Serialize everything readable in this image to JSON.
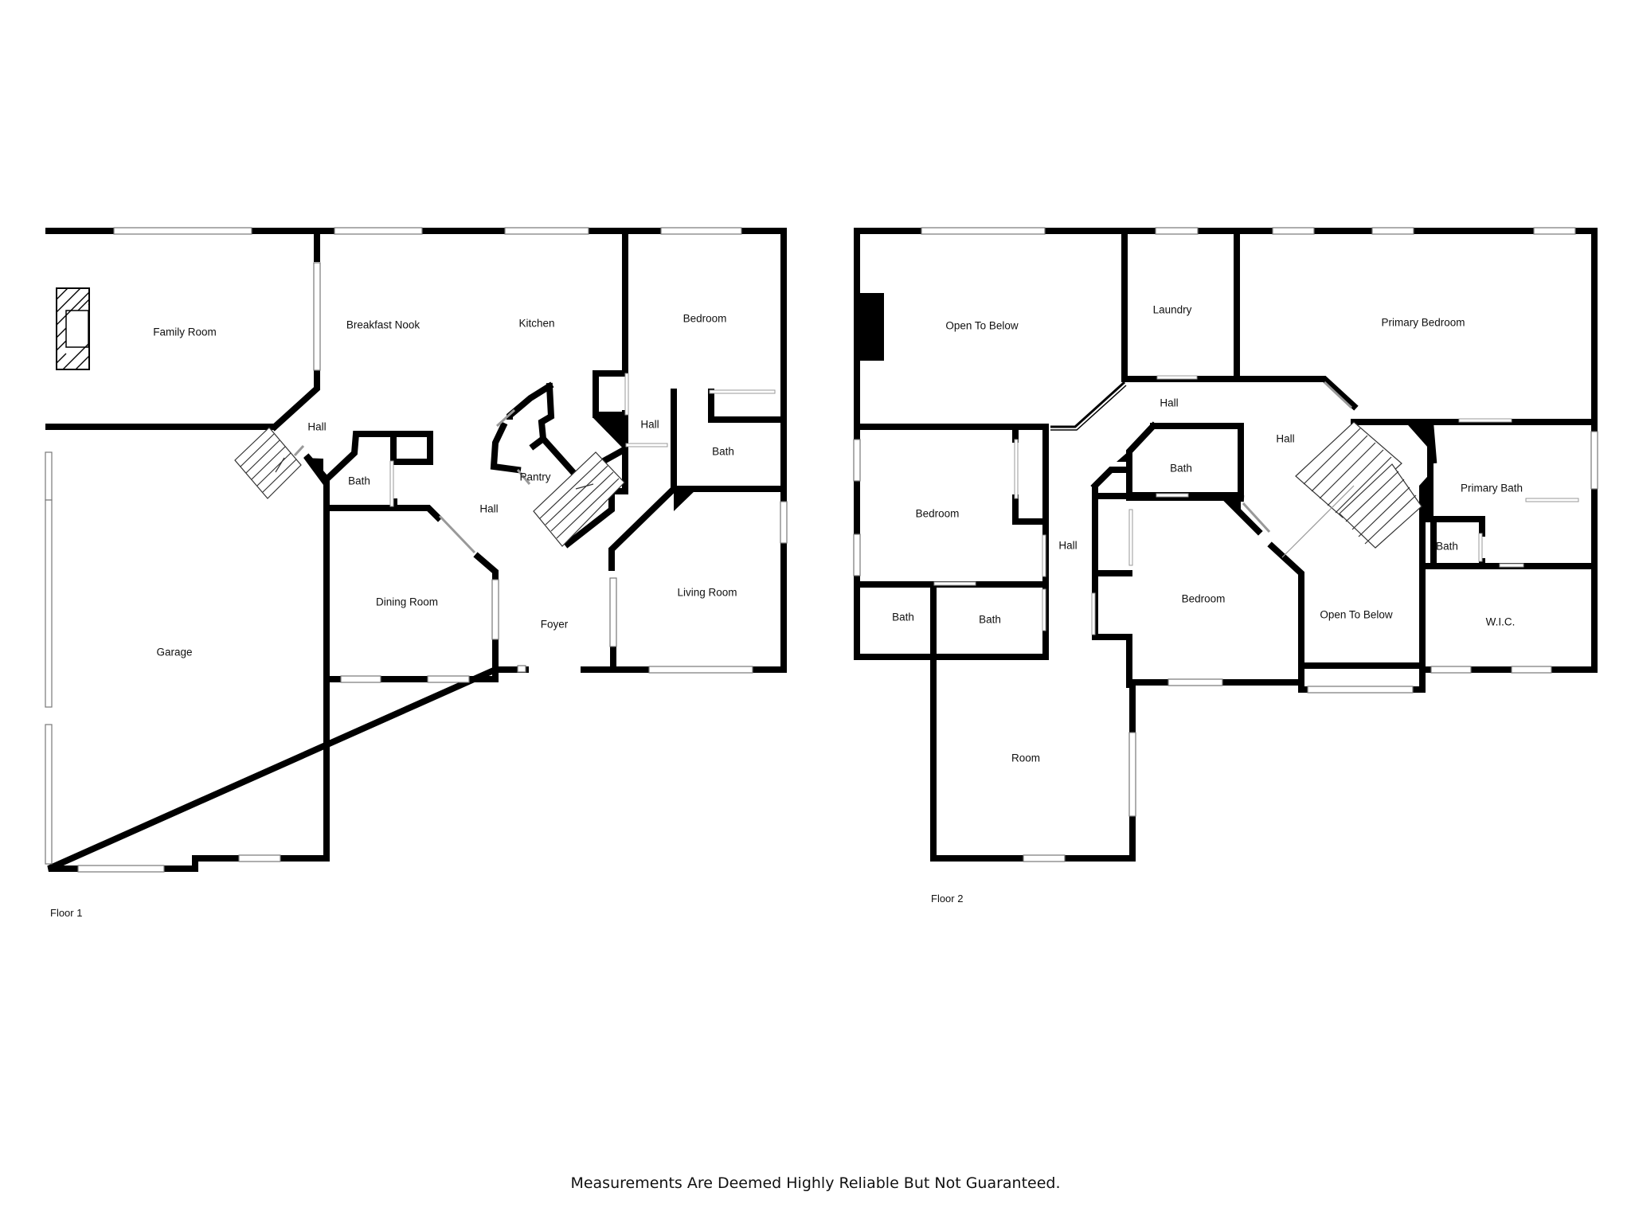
{
  "floor1": {
    "label": "Floor 1",
    "rooms": {
      "family_room": "Family Room",
      "breakfast_nook": "Breakfast Nook",
      "kitchen": "Kitchen",
      "bedroom": "Bedroom",
      "hall_left": "Hall",
      "hall_center": "Hall",
      "hall_right": "Hall",
      "bath_left": "Bath",
      "bath_right": "Bath",
      "pantry": "Pantry",
      "garage": "Garage",
      "dining_room": "Dining Room",
      "foyer": "Foyer",
      "living_room": "Living Room"
    }
  },
  "floor2": {
    "label": "Floor 2",
    "rooms": {
      "open_to_below_top": "Open To Below",
      "laundry": "Laundry",
      "primary_bedroom": "Primary Bedroom",
      "hall_top": "Hall",
      "hall_right": "Hall",
      "hall_vertical": "Hall",
      "bath_center": "Bath",
      "bedroom_left": "Bedroom",
      "bedroom_center": "Bedroom",
      "primary_bath": "Primary Bath",
      "bath_small": "Bath",
      "open_to_below_right": "Open To Below",
      "wic": "W.I.C.",
      "bath_bottom_left": "Bath",
      "bath_bottom_mid": "Bath",
      "room": "Room"
    }
  },
  "disclaimer": "Measurements Are Deemed Highly Reliable But Not Guaranteed."
}
